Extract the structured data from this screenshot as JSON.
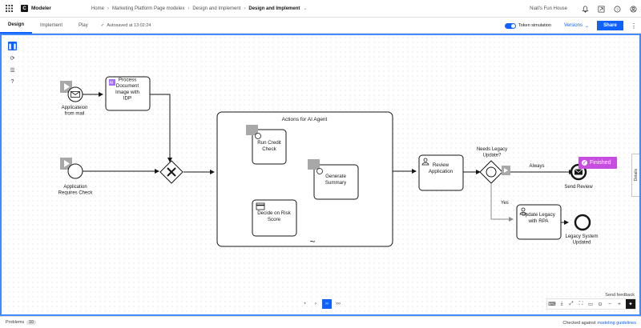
{
  "header": {
    "app_name": "Modeler",
    "logo_letter": "C",
    "breadcrumbs": [
      "Home",
      "Marketing Platform Page modelex",
      "Design and Implement"
    ],
    "current": "Design and Implement",
    "org": "Niall's Fun House"
  },
  "toolbar": {
    "tabs": [
      "Design",
      "Implement",
      "Play"
    ],
    "active_tab": "Design",
    "autosave": "Autosaved at 13:02:24",
    "token_simulation": "Token simulation",
    "versions": "Versions",
    "share": "Share"
  },
  "diagram": {
    "events": {
      "start_mail": "Applicateion from mail",
      "start_check": "Application Requires Check",
      "end_review": "Send Review",
      "end_legacy": "Legacy System Updated"
    },
    "tasks": {
      "process_doc": "Process Document Image with IDP",
      "run_credit": "Run Credit Check",
      "gen_summary": "Generate Summary",
      "decide_risk": "Decide on Risk Score",
      "review_app": "Review Application",
      "update_rpa": "Update Legacy with RPA"
    },
    "subprocess": "Actions for AI Agent",
    "gateway_label": "Needs Legacy Update?",
    "flow_always": "Always",
    "flow_yes": "Yes"
  },
  "overlay": {
    "finished": "Finished",
    "details": "Details",
    "send_feedback": "Send feedback"
  },
  "footer": {
    "problems": "Problems",
    "problems_count": "10",
    "checked_prefix": "Checked against",
    "checked_link": "modeling guidelines"
  },
  "colors": {
    "accent": "#0f62fe",
    "finished": "#c74ce0",
    "canvas_border": "#4589ff"
  }
}
